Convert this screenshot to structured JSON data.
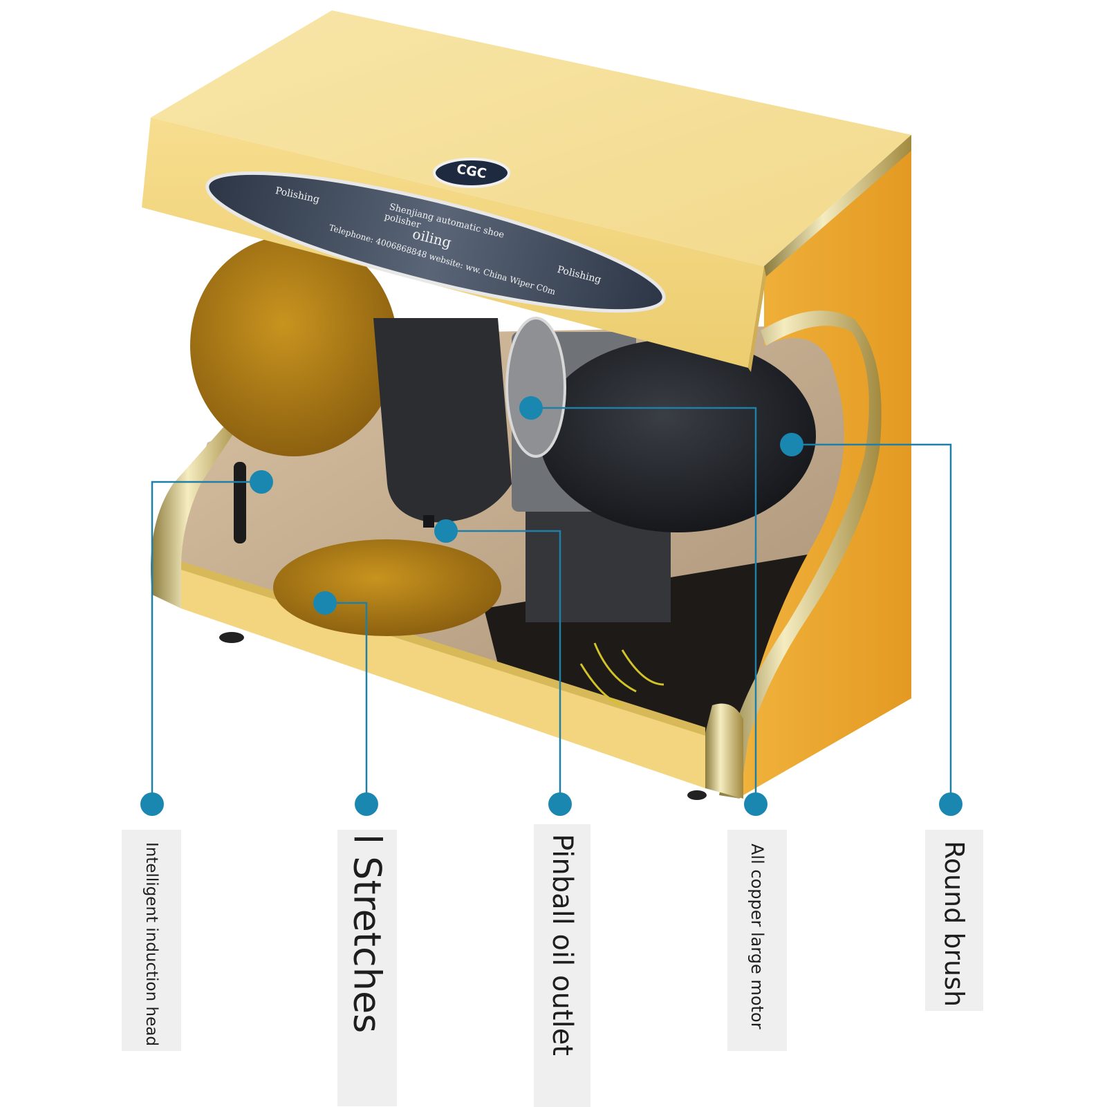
{
  "brand": {
    "logo": "CGC"
  },
  "panel": {
    "left_label": "Polishing",
    "company": "Shenjiang automatic shoe",
    "company_line2": "polisher",
    "center_label": "oiling",
    "contact": "Telephone: 4006868848 website: ww. China Wiper C0m",
    "right_label": "Polishing"
  },
  "callouts": [
    {
      "id": "induction",
      "label": "Intelligent induction head"
    },
    {
      "id": "stretch",
      "label": "l Stretches"
    },
    {
      "id": "oil",
      "label": "Pinball oil outlet"
    },
    {
      "id": "motor",
      "label": "All copper large motor"
    },
    {
      "id": "brush",
      "label": "Round brush"
    }
  ],
  "colors": {
    "accent": "#1a87b0",
    "body": "#f4d27a",
    "side": "#e8a42a",
    "leader": "#1f7fa6"
  }
}
